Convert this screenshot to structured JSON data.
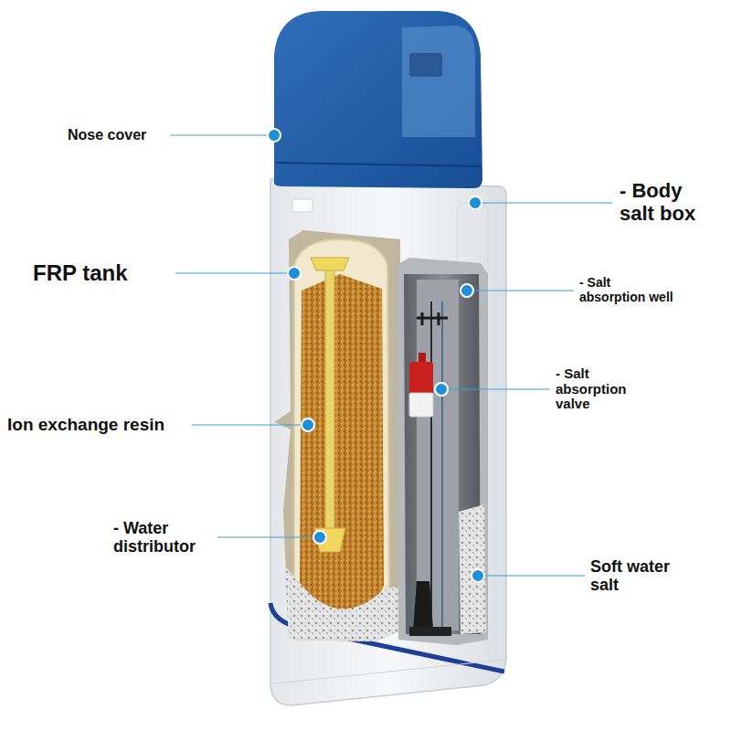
{
  "diagram": {
    "labels": [
      "Nose cover",
      "- Body salt box",
      "FRP tank",
      "- Salt absorption well",
      "- Salt absorption valve",
      "Ion exchange resin",
      "- Water distributor",
      "Soft water salt"
    ]
  }
}
